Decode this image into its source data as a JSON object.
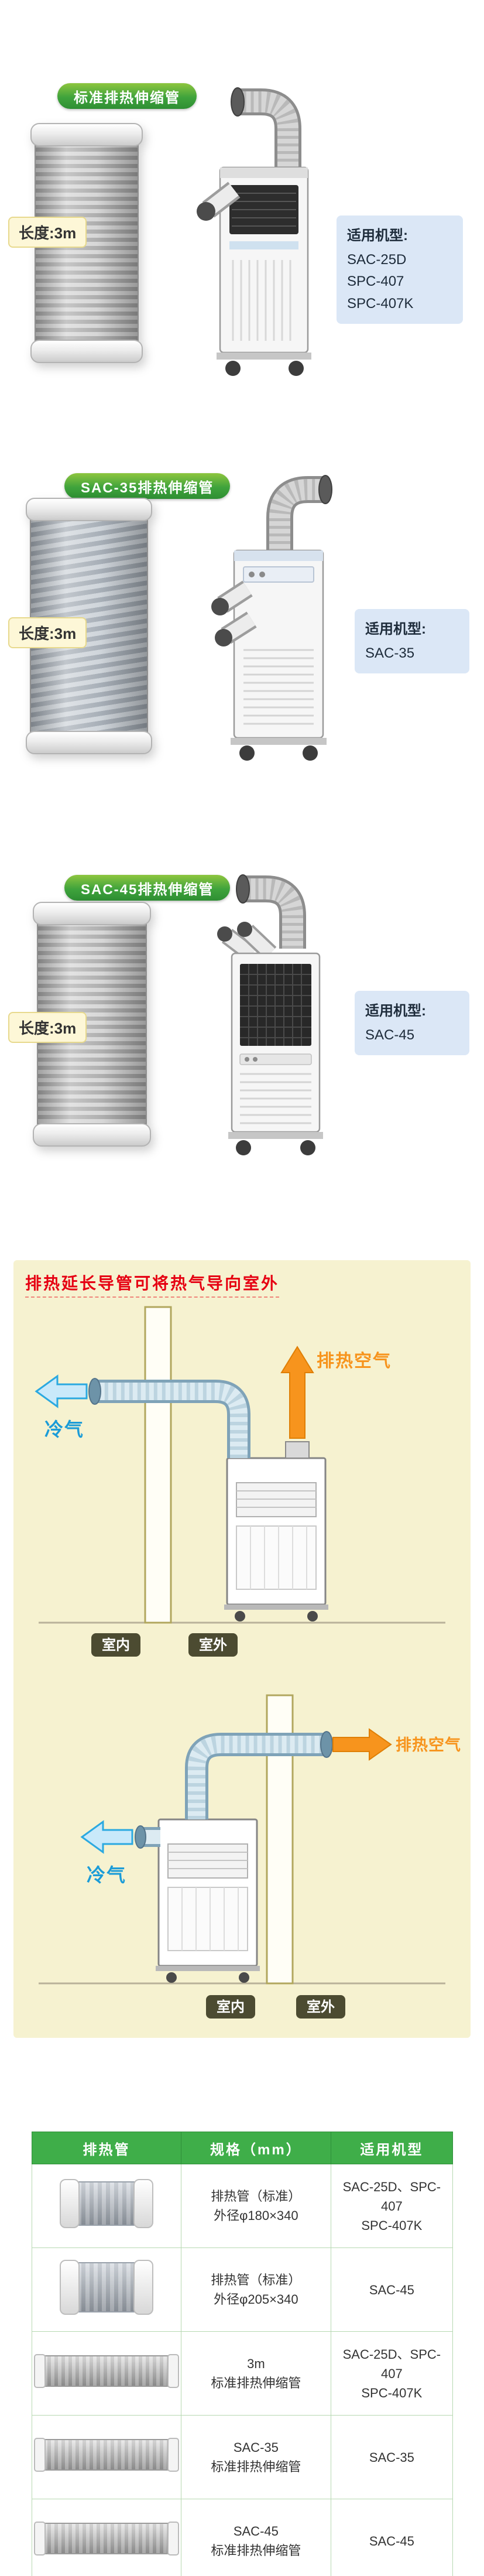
{
  "sections": [
    {
      "badge": "标准排热伸缩管",
      "length_label": "长度:3m",
      "models_title": "适用机型:",
      "models_text": "SAC-25D\nSPC-407\nSPC-407K"
    },
    {
      "badge": "SAC-35排热伸缩管",
      "length_label": "长度:3m",
      "models_title": "适用机型:",
      "models_text": "SAC-35"
    },
    {
      "badge": "SAC-45排热伸缩管",
      "length_label": "长度:3m",
      "models_title": "适用机型:",
      "models_text": "SAC-45"
    }
  ],
  "diagram_panel": {
    "title": "排热延长导管可将热气导向室外",
    "hot_air_label": "排热空气",
    "cold_air_label": "冷气",
    "indoor_label": "室内",
    "outdoor_label": "室外"
  },
  "table": {
    "headers": [
      "排热管",
      "规格（mm）",
      "适用机型"
    ],
    "rows": [
      {
        "spec": "排热管（标准）\n外径φ180×340",
        "models": "SAC-25D、SPC-407\nSPC-407K"
      },
      {
        "spec": "排热管（标准）\n外径φ205×340",
        "models": "SAC-45"
      },
      {
        "spec": "3m\n标准排热伸缩管",
        "models": "SAC-25D、SPC-407\nSPC-407K"
      },
      {
        "spec": "SAC-35\n标准排热伸缩管",
        "models": "SAC-35"
      },
      {
        "spec": "SAC-45\n标准排热伸缩管",
        "models": "SAC-45"
      }
    ]
  },
  "colors": {
    "badge_green": "#3fa33c",
    "panel_cream": "#f6f2d0",
    "title_red": "#e60012",
    "hot_air_orange": "#f7941d",
    "cold_air_blue": "#29abe2",
    "table_header_green": "#3fae49",
    "models_box_blue": "#dbe7f6",
    "length_box_yellow": "#fdf7d7",
    "room_badge_olive": "#4c4b31"
  }
}
